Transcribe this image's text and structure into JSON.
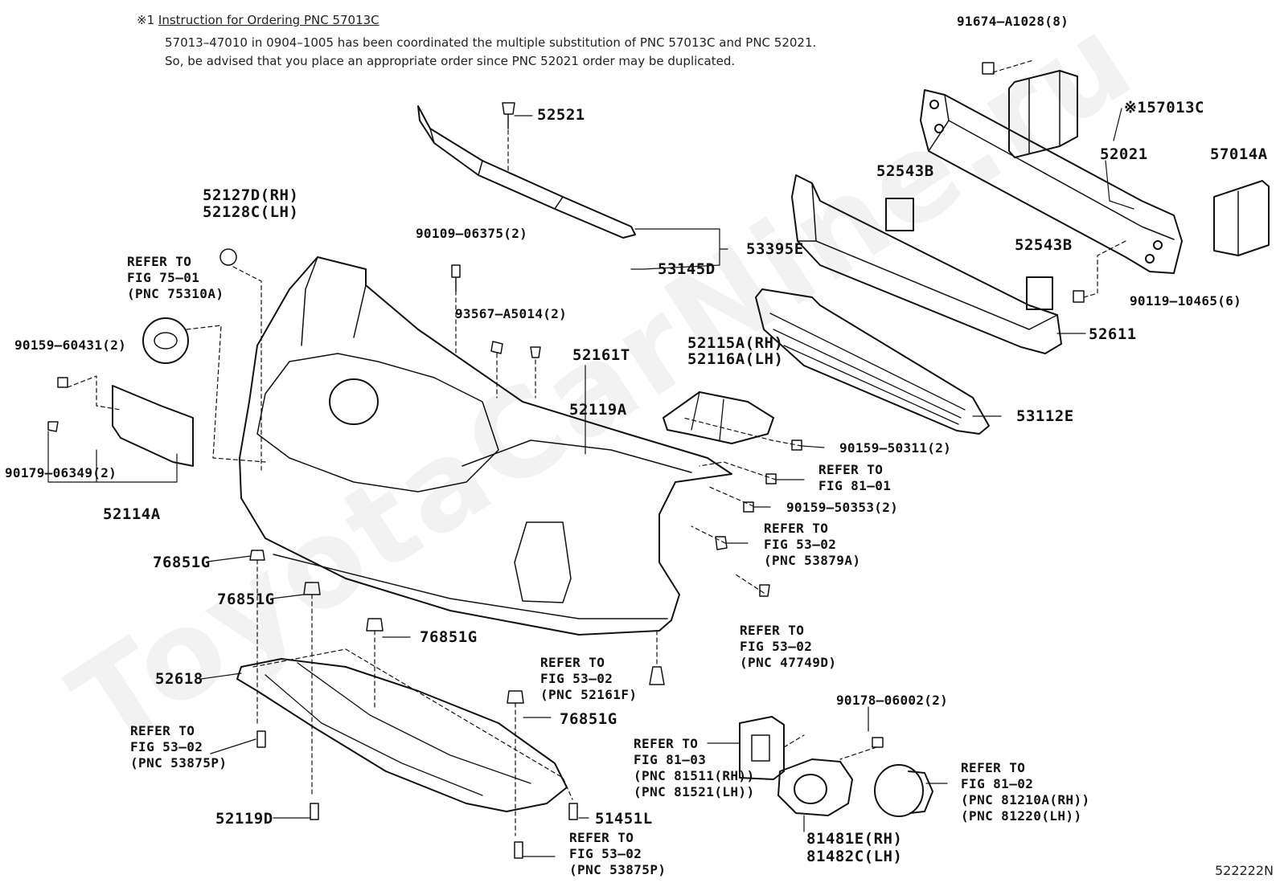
{
  "notes": {
    "mark": "※1",
    "title": "Instruction for Ordering PNC 57013C",
    "line1": "57013–47010 in 0904–1005 has been coordinated the multiple substitution of PNC 57013C and PNC 52021.",
    "line2": "So, be advised that you place an appropriate order since PNC 52021 order may be duplicated."
  },
  "watermark": "ToyotaCarNine.ru",
  "figure_number": "522222N",
  "parts": {
    "p91674": "91674–A1028(8)",
    "p57013c": "※157013C",
    "p52521": "52521",
    "p52021": "52021",
    "p57014a": "57014A",
    "p52543b_1": "52543B",
    "p52543b_2": "52543B",
    "p52127d": "52127D(RH)",
    "p52128c": "52128C(LH)",
    "p90109": "90109–06375(2)",
    "p53395e": "53395E",
    "p53145d": "53145D",
    "p90119": "90119–10465(6)",
    "p93567": "93567–A5014(2)",
    "p52611": "52611",
    "p90159_60431": "90159–60431(2)",
    "p52161t": "52161T",
    "p52115a": "52115A(RH)",
    "p52116a": "52116A(LH)",
    "p52119a": "52119A",
    "p53112e": "53112E",
    "p90179": "90179–06349(2)",
    "p90159_50311": "90159–50311(2)",
    "p52114a": "52114A",
    "p90159_50353": "90159–50353(2)",
    "p76851g_1": "76851G",
    "p76851g_2": "76851G",
    "p76851g_3": "76851G",
    "p76851g_4": "76851G",
    "p52618": "52618",
    "p90178": "90178–06002(2)",
    "p52119d": "52119D",
    "p51451l": "51451L",
    "p81481e": "81481E(RH)",
    "p81482c": "81482C(LH)"
  },
  "refs": {
    "r75_01": [
      "REFER TO",
      "FIG 75–01",
      "(PNC 75310A)"
    ],
    "r81_01": [
      "REFER TO",
      "FIG 81–01"
    ],
    "r53_02_a": [
      "REFER TO",
      "FIG 53–02",
      "(PNC 53879A)"
    ],
    "r53_02_b": [
      "REFER TO",
      "FIG 53–02",
      "(PNC 47749D)"
    ],
    "r53_02_c": [
      "REFER TO",
      "FIG 53–02",
      "(PNC 52161F)"
    ],
    "r53_02_d": [
      "REFER TO",
      "FIG 53–02",
      "(PNC 53875P)"
    ],
    "r53_02_e": [
      "REFER TO",
      "FIG 53–02",
      "(PNC 53875P)"
    ],
    "r81_03": [
      "REFER TO",
      "FIG 81–03",
      "(PNC 81511(RH))",
      "(PNC 81521(LH))"
    ],
    "r81_02": [
      "REFER TO",
      "FIG 81–02",
      "(PNC 81210A(RH))",
      "(PNC 81220(LH))"
    ]
  }
}
